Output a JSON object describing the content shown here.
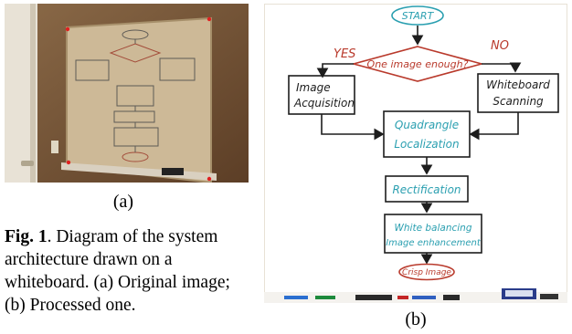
{
  "figure": {
    "label_a": "(a)",
    "label_b": "(b)",
    "caption_prefix": "Fig. 1",
    "caption_body": ". Diagram of the system architecture drawn on a whiteboard. (a) Original image; (b) Processed one."
  },
  "flowchart": {
    "start": "START",
    "decision": "One image enough?",
    "yes": "YES",
    "no": "NO",
    "left_box_line1": "Image",
    "left_box_line2": "Acquisition",
    "right_box_line1": "Whiteboard",
    "right_box_line2": "Scanning",
    "quad_line1": "Quadrangle",
    "quad_line2": "Localization",
    "rect": "Rectification",
    "wb_line1": "White balancing",
    "wb_line2": "Image enhancement",
    "end": "Crisp Image"
  },
  "colors": {
    "teal": "#2a9fb0",
    "red": "#b93a2c",
    "ink": "#1d1d1d",
    "wall": "#7a5a3a",
    "board": "#ccb896"
  }
}
